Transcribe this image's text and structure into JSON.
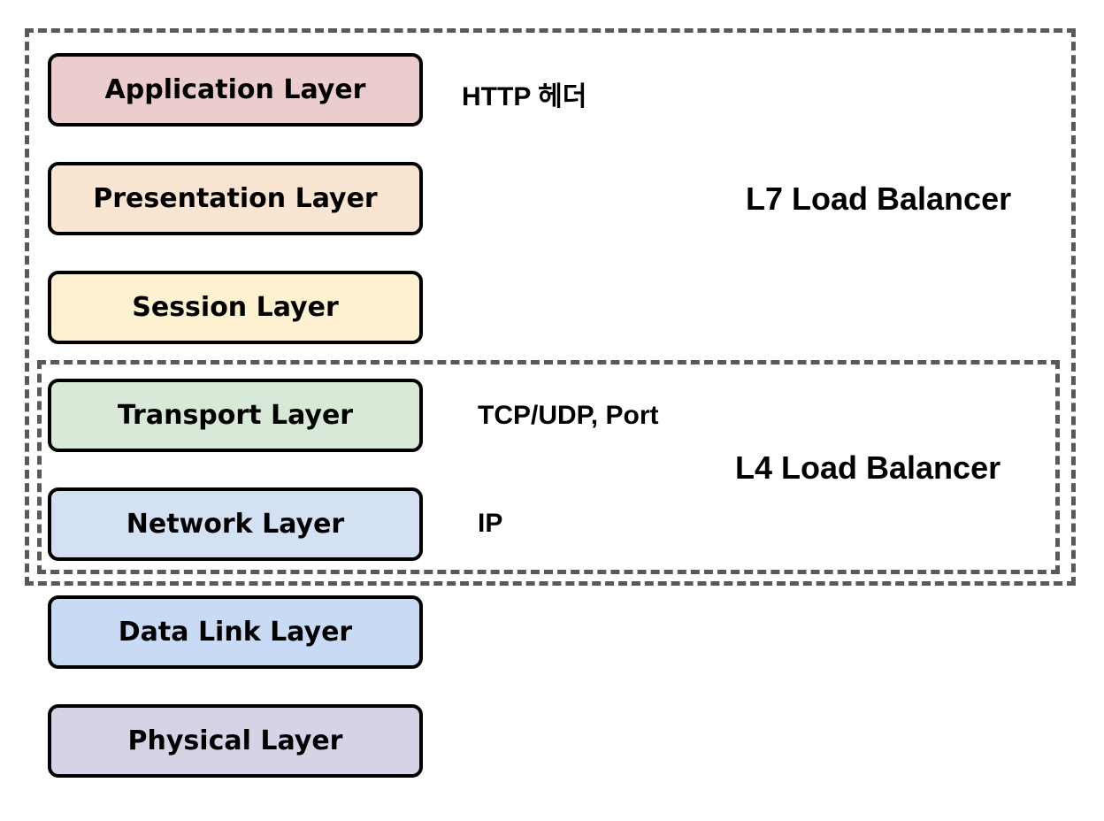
{
  "layers": [
    {
      "label": "Application Layer",
      "color": "#eccdce"
    },
    {
      "label": "Presentation Layer",
      "color": "#f9e5d1"
    },
    {
      "label": "Session Layer",
      "color": "#fdf1cf"
    },
    {
      "label": "Transport Layer",
      "color": "#d9e9d7"
    },
    {
      "label": "Network Layer",
      "color": "#d4e1f2"
    },
    {
      "label": "Data Link Layer",
      "color": "#c9daf4"
    },
    {
      "label": "Physical Layer",
      "color": "#d8d2e7"
    }
  ],
  "annotations": {
    "http_header": "HTTP 헤더",
    "tcp_udp_port": "TCP/UDP, Port",
    "ip": "IP"
  },
  "groups": {
    "l7": {
      "label": "L7 Load Balancer",
      "border_color": "#595959"
    },
    "l4": {
      "label": "L4 Load Balancer",
      "border_color": "#595959"
    }
  }
}
